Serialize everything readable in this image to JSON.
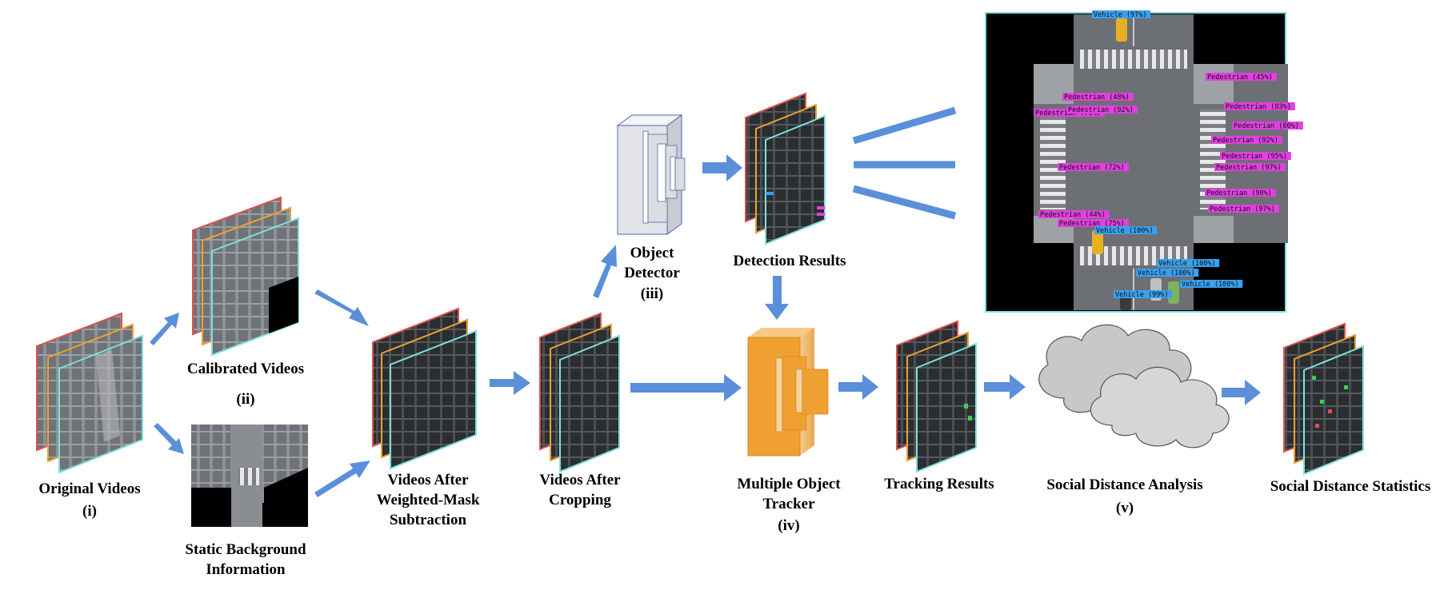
{
  "labels": {
    "original": [
      "Original Videos",
      "(i)"
    ],
    "calibrated": [
      "Calibrated Videos",
      "(ii)"
    ],
    "static_bg": [
      "Static Background",
      "Information"
    ],
    "weighted": [
      "Videos After",
      "Weighted-Mask",
      "Subtraction"
    ],
    "cropping": [
      "Videos After",
      "Cropping"
    ],
    "detector": [
      "Object",
      "Detector",
      "(iii)"
    ],
    "detection": [
      "Detection Results"
    ],
    "tracker": [
      "Multiple Object",
      "Tracker",
      "(iv)"
    ],
    "tracking": [
      "Tracking Results"
    ],
    "analysis": [
      "Social Distance Analysis",
      "(v)"
    ],
    "statistics": [
      "Social Distance Statistics"
    ]
  },
  "detections": [
    {
      "text": "Vehicle (97%)",
      "kind": "vehicle"
    },
    {
      "text": "Pedestrian (45%)",
      "kind": "pedestrian"
    },
    {
      "text": "Pedestrian (48%)",
      "kind": "pedestrian"
    },
    {
      "text": "Pedestrian (79%)",
      "kind": "pedestrian"
    },
    {
      "text": "Pedestrian (92%)",
      "kind": "pedestrian"
    },
    {
      "text": "Pedestrian (83%)",
      "kind": "pedestrian"
    },
    {
      "text": "Pedestrian (80%)",
      "kind": "pedestrian"
    },
    {
      "text": "Pedestrian (92%)",
      "kind": "pedestrian"
    },
    {
      "text": "Pedestrian (95%)",
      "kind": "pedestrian"
    },
    {
      "text": "Pedestrian (72%)",
      "kind": "pedestrian"
    },
    {
      "text": "Pedestrian (97%)",
      "kind": "pedestrian"
    },
    {
      "text": "Pedestrian (90%)",
      "kind": "pedestrian"
    },
    {
      "text": "Pedestrian (44%)",
      "kind": "pedestrian"
    },
    {
      "text": "Pedestrian (75%)",
      "kind": "pedestrian"
    },
    {
      "text": "Pedestrian (97%)",
      "kind": "pedestrian"
    },
    {
      "text": "Vehicle (100%)",
      "kind": "vehicle"
    },
    {
      "text": "Vehicle (100%)",
      "kind": "vehicle"
    },
    {
      "text": "Vehicle (100%)",
      "kind": "vehicle"
    },
    {
      "text": "Vehicle (100%)",
      "kind": "vehicle"
    },
    {
      "text": "Vehicle (99%)",
      "kind": "vehicle"
    }
  ],
  "colors": {
    "arrow": "#5b8fd9",
    "pedestrian": "#e040e0",
    "vehicle": "#3aa0f0",
    "tracker": "#f0a030",
    "detector": "#dcdde3",
    "frame_red": "#e05050",
    "frame_orange": "#f0a030",
    "frame_cyan": "#7ee0e0"
  }
}
